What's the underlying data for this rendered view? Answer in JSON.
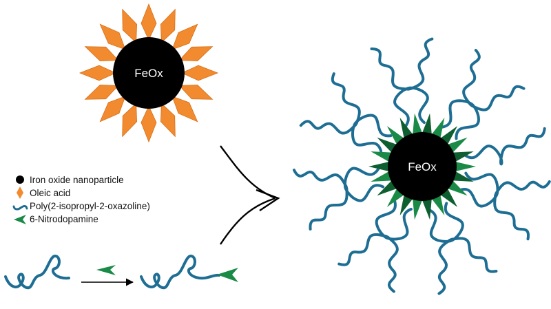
{
  "colors": {
    "core": "#000000",
    "oleic_acid": "#f28a30",
    "oleic_acid_edge": "#d96f14",
    "polymer": "#1e6e94",
    "nitrodopamine": "#1a8a47",
    "nitrodopamine_dark": "#0e5f2f",
    "arrow": "#000000",
    "text": "#111111"
  },
  "particles": {
    "left_core_label": "FeOx",
    "right_core_label": "FeOx"
  },
  "legend": {
    "items": [
      {
        "label": "Iron oxide nanoparticle",
        "icon": "black-circle-icon"
      },
      {
        "label": "Oleic acid",
        "icon": "orange-diamond-icon"
      },
      {
        "label": "Poly(2-isopropyl-2-oxazoline)",
        "icon": "polymer-chain-icon"
      },
      {
        "label": "6-Nitrodopamine",
        "icon": "green-wedge-icon"
      }
    ]
  }
}
